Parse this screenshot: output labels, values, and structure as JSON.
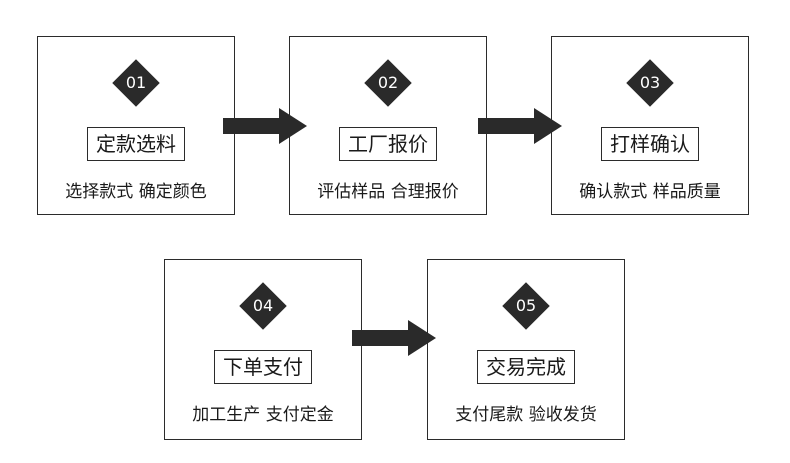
{
  "steps": [
    {
      "num": "01",
      "title": "定款选料",
      "desc": "选择款式 确定颜色"
    },
    {
      "num": "02",
      "title": "工厂报价",
      "desc": "评估样品 合理报价"
    },
    {
      "num": "03",
      "title": "打样确认",
      "desc": "确认款式 样品质量"
    },
    {
      "num": "04",
      "title": "下单支付",
      "desc": "加工生产 支付定金"
    },
    {
      "num": "05",
      "title": "交易完成",
      "desc": "支付尾款 验收发货"
    }
  ],
  "colors": {
    "border": "#2b2b2b",
    "diamond": "#2a2a2a",
    "arrow": "#2a2a2a"
  }
}
